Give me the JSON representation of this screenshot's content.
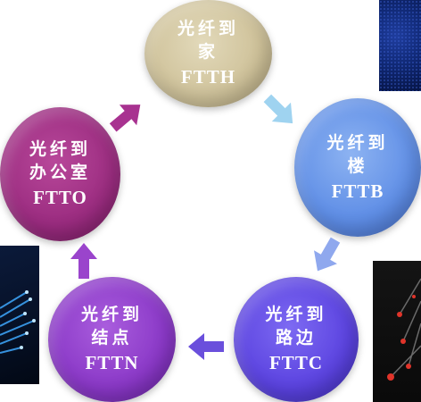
{
  "nodes": {
    "ftth": {
      "line1": "光纤到",
      "line2": "家",
      "code": "FTTH",
      "color": "#cfc29a"
    },
    "fttb": {
      "line1": "光纤到",
      "line2": "楼",
      "code": "FTTB",
      "color": "#5f8ee6"
    },
    "fttc": {
      "line1": "光纤到",
      "line2": "路边",
      "code": "FTTC",
      "color": "#5b43e0"
    },
    "fttn": {
      "line1": "光纤到",
      "line2": "结点",
      "code": "FTTN",
      "color": "#8a38c7"
    },
    "ftto": {
      "line1": "光纤到",
      "line2": "办公室",
      "code": "FTTO",
      "color": "#9b2c80"
    }
  },
  "arrows": {
    "ftth_to_fttb": "#9fd3f0",
    "fttb_to_fttc": "#8fa8ee",
    "fttc_to_fttn": "#6a4fdc",
    "fttn_to_ftto": "#9a44cc",
    "ftto_to_ftth": "#a83290"
  }
}
